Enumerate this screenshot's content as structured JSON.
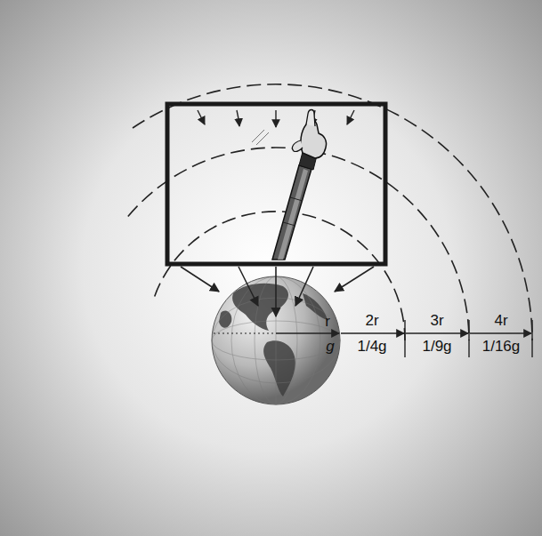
{
  "diagram": {
    "labels": [
      "r",
      "2r",
      "3r",
      "4r",
      "g",
      "1/4g",
      "1/9g",
      "1/16g"
    ]
  }
}
